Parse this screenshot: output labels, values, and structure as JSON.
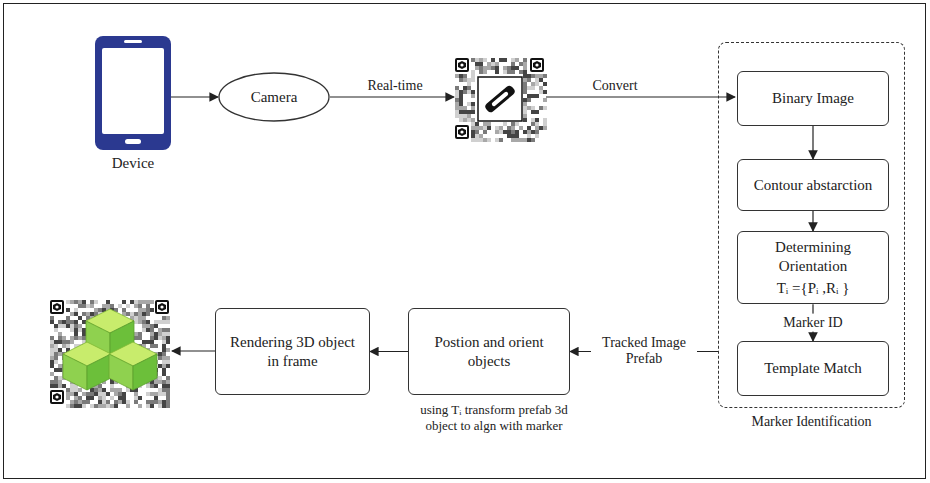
{
  "diagram": {
    "nodes": [
      {
        "text": [
          "Device"
        ]
      },
      {
        "text": [
          "Camera"
        ]
      },
      {
        "text": [
          "Marker Identification"
        ]
      },
      {
        "text": [
          "Binary Image"
        ],
        "in": 2
      },
      {
        "text": [
          "Contour abstarction"
        ],
        "in": 2
      },
      {
        "text": [
          "Determining Orientation",
          "Tᵢ ={Pᵢ ,Rᵢ }"
        ],
        "in": 2
      },
      {
        "text": [
          "Template Match"
        ],
        "in": 2
      },
      {
        "text": [
          "Postion and orient objects"
        ]
      },
      {
        "text": [
          "Rendering 3D object in frame"
        ]
      }
    ],
    "edges": [
      {
        "from": 0,
        "to": 1,
        "arrow": "to"
      },
      {
        "from": 3,
        "to": 4,
        "arrow": "to"
      },
      {
        "from": 4,
        "to": 5,
        "arrow": "to"
      },
      {
        "from": 5,
        "to": 6,
        "label": "Marker ID",
        "arrow": "to"
      },
      {
        "from": 2,
        "to": 7,
        "label": "Tracked Image Prefab",
        "arrow": "to"
      },
      {
        "from": 7,
        "to": 8,
        "arrow": "to"
      }
    ],
    "labels": [
      "Real-time",
      "Convert",
      "using Tᵢ transform prefab 3d object to algn with marker"
    ]
  }
}
